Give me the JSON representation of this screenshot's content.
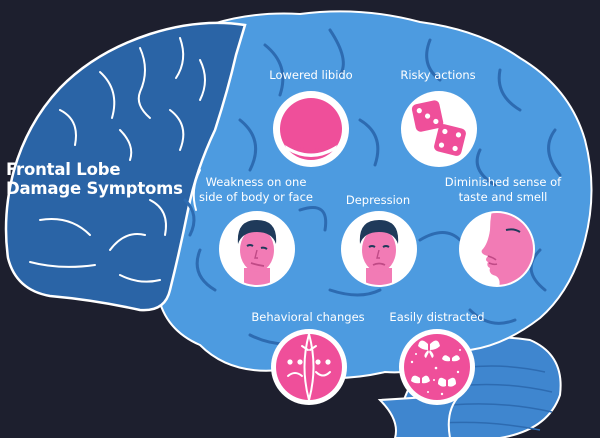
{
  "title": {
    "line1": "Frontal Lobe",
    "line2": "Damage Symptoms"
  },
  "colors": {
    "background": "#1d1f2e",
    "frontal_lobe": "#2a64a6",
    "brain": "#4d9be0",
    "brain_fold": "#2d6bb1",
    "outline": "#ffffff",
    "accent": "#ef4f9a",
    "skin": "#f27bb5",
    "hair": "#1f3a5a"
  },
  "symptoms": {
    "lowered_libido": {
      "label": "Lowered libido",
      "icon": "pink-circle-icon"
    },
    "risky_actions": {
      "label": "Risky actions",
      "icon": "dice-icon"
    },
    "weakness": {
      "line1": "Weakness on one",
      "line2": "side of body or face",
      "icon": "face-drooping-icon"
    },
    "depression": {
      "label": "Depression",
      "icon": "face-sad-icon"
    },
    "taste_smell": {
      "line1": "Diminished sense of",
      "line2": "taste and smell",
      "icon": "face-profile-icon"
    },
    "behavioral": {
      "label": "Behavioral changes",
      "icon": "mood-faces-icon"
    },
    "distracted": {
      "label": "Easily distracted",
      "icon": "butterflies-icon"
    }
  }
}
